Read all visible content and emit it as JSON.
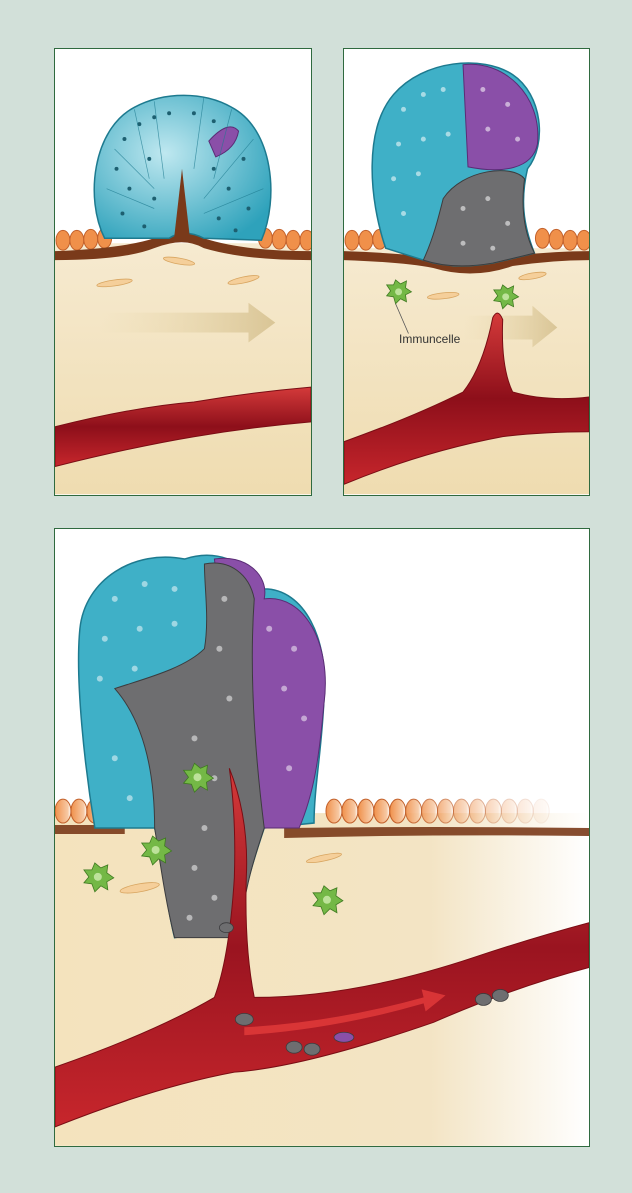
{
  "labels": {
    "immune_cell": "Immuncelle"
  },
  "colors": {
    "page_background": "#d2e0d9",
    "panel_border": "#2f6a3f",
    "stroma": "#f3e6c6",
    "basement_membrane": "#7a3a1a",
    "epithelium": "#f0904a",
    "tumor_cyan": "#3fb0c7",
    "tumor_purple": "#8a4fa8",
    "tumor_gray": "#6e6e70",
    "immune_cell": "#74b846",
    "blood_vessel": "#b11a24",
    "fibroblast": "#f5cf9a"
  },
  "icons": [
    "tumor-cell-cluster",
    "immune-cell-icon",
    "blood-vessel",
    "flow-arrow",
    "fibroblast"
  ]
}
